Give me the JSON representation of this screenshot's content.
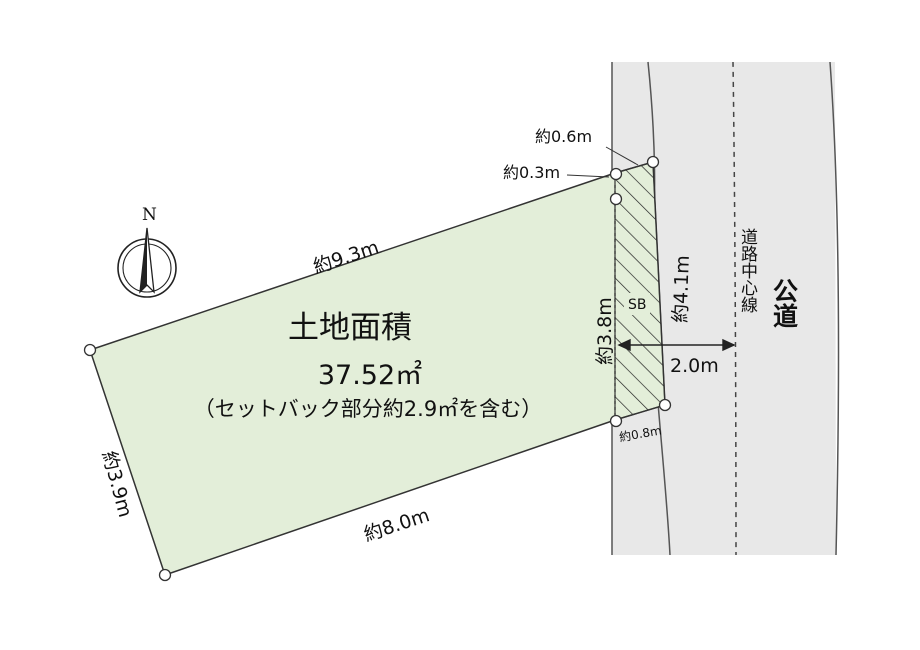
{
  "lot": {
    "title": "土地面積",
    "area": "37.52㎡",
    "note": "（セットバック部分約2.9㎡を含む）",
    "fill_color": "#e3eed9",
    "setback_label": "SB"
  },
  "dimensions": {
    "top_edge": "約9.3m",
    "left_edge": "約3.9m",
    "bottom_edge": "約8.0m",
    "setback_length": "約3.8m",
    "frontage": "約4.1m",
    "setback_top_outer": "約0.6m",
    "setback_top_inner": "約0.3m",
    "setback_bottom": "約0.8m",
    "to_centerline": "2.0m"
  },
  "road": {
    "label": "公道",
    "centerline_label": "道路中心線",
    "fill_color": "#e8e8e8"
  },
  "compass": {
    "north_label": "N",
    "icon": "north-arrow-icon"
  }
}
